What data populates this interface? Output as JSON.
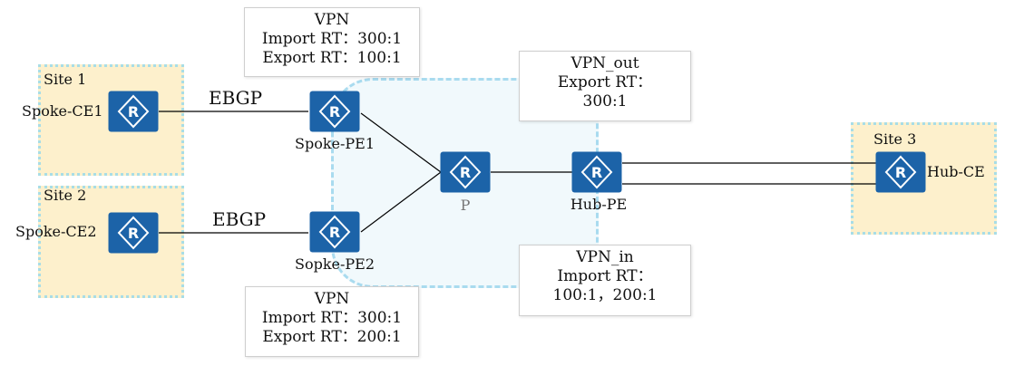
{
  "sites": [
    {
      "label": "Site 1"
    },
    {
      "label": "Site 2"
    },
    {
      "label": "Site 3"
    }
  ],
  "devices": {
    "spoke_ce1": "Spoke-CE1",
    "spoke_ce2": "Spoke-CE2",
    "spoke_pe1": "Spoke-PE1",
    "spoke_pe2": "Sopke-PE2",
    "p": "P",
    "hub_pe": "Hub-PE",
    "hub_ce": "Hub-CE"
  },
  "links": {
    "ebgp_top": "EBGP",
    "ebgp_bottom": "EBGP"
  },
  "vpn_cards": {
    "pe1": {
      "line1": "VPN",
      "line2": "Import RT：300:1",
      "line3": "Export RT：100:1"
    },
    "pe2": {
      "line1": "VPN",
      "line2": "Import RT：300:1",
      "line3": "Export RT：200:1"
    },
    "hub_out": {
      "line1": "VPN_out",
      "line2": "Export RT：",
      "line3": "300:1"
    },
    "hub_in": {
      "line1": "VPN_in",
      "line2": "Import RT：",
      "line3": "100:1，200:1"
    }
  },
  "colors": {
    "router_fill": "#1c63a8",
    "site_fill": "#fdf0cc",
    "site_border": "#a8dde6",
    "cloud_fill": "#f1f9fc",
    "cloud_border": "#a9dbef",
    "link": "#000000"
  },
  "icons": {
    "router": "router-icon"
  }
}
